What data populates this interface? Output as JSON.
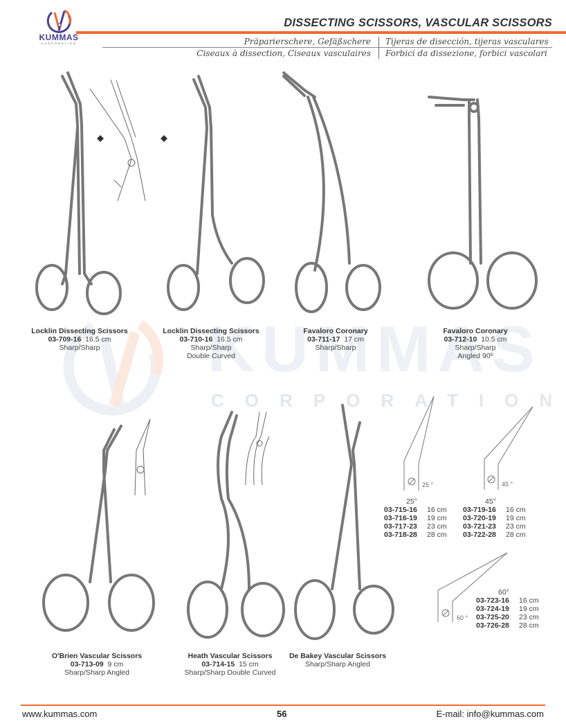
{
  "brand": {
    "name": "KUMMAS",
    "tagline": "CORPORATION",
    "colors": {
      "orange": "#f26a2e",
      "purple": "#4a3f8f"
    }
  },
  "header": {
    "title": "DISSECTING SCISSORS, VASCULAR SCISSORS",
    "translations": {
      "de": "Präparierschere, Gefäßschere",
      "es": "Tijeras de disección, tijeras vasculares",
      "fr": "Ciseaux à dissection, Ciseaux vasculaires",
      "it": "Forbici da dissezione, forbici vascolari"
    }
  },
  "watermark": {
    "word": "KUMMAS",
    "sub": "CORPORATION"
  },
  "products": [
    {
      "name": "Locklin Dissecting Scissors",
      "code": "03-709-16",
      "size": "16.5 cm",
      "desc": [
        "Sharp/Sharp"
      ]
    },
    {
      "name": "Locklin Dissecting Scissors",
      "code": "03-710-16",
      "size": "16.5 cm",
      "desc": [
        "Sharp/Sharp",
        "Double Curved"
      ]
    },
    {
      "name": "Favaloro Coronary",
      "code": "03-711-17",
      "size": "17 cm",
      "desc": [
        "Sharp/Sharp"
      ]
    },
    {
      "name": "Favaloro Coronary",
      "code": "03-712-10",
      "size": "10.5 cm",
      "desc": [
        "Sharp/Sharp",
        "Angled 90º"
      ]
    },
    {
      "name": "O'Brien Vascular Scissors",
      "code": "03-713-09",
      "size": "9 cm",
      "desc": [
        "Sharp/Sharp Angled"
      ]
    },
    {
      "name": "Heath Vascular Scissors",
      "code": "03-714-15",
      "size": "15 cm",
      "desc": [
        "Sharp/Sharp Double Curved"
      ]
    },
    {
      "name": "De Bakey Vascular Scissors",
      "code": "",
      "size": "",
      "desc": [
        "Sharp/Sharp Angled"
      ]
    }
  ],
  "angle_variants": [
    {
      "angle": "25°",
      "diagram_label": "25 °",
      "items": [
        {
          "code": "03-715-16",
          "size": "16 cm"
        },
        {
          "code": "03-716-19",
          "size": "19 cm"
        },
        {
          "code": "03-717-23",
          "size": "23 cm"
        },
        {
          "code": "03-718-28",
          "size": "28 cm"
        }
      ]
    },
    {
      "angle": "45°",
      "diagram_label": "45 °",
      "items": [
        {
          "code": "03-719-16",
          "size": "16 cm"
        },
        {
          "code": "03-720-19",
          "size": "19 cm"
        },
        {
          "code": "03-721-23",
          "size": "23 cm"
        },
        {
          "code": "03-722-28",
          "size": "28 cm"
        }
      ]
    },
    {
      "angle": "60°",
      "diagram_label": "60 °",
      "items": [
        {
          "code": "03-723-16",
          "size": "16 cm"
        },
        {
          "code": "03-724-19",
          "size": "19 cm"
        },
        {
          "code": "03-725-20",
          "size": "23 cm"
        },
        {
          "code": "03-726-28",
          "size": "28 cm"
        }
      ]
    }
  ],
  "footer": {
    "website": "www.kummas.com",
    "page_number": "56",
    "email": "E-mail: info@kummas.com"
  }
}
